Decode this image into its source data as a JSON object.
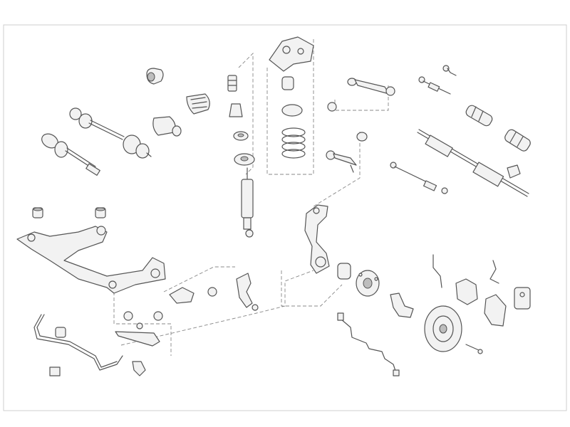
{
  "diagram": {
    "title": "",
    "frame_color": "#cfcfcf",
    "line_color": "#555555",
    "fill_color": "#f2f2f2",
    "parts": [
      "drive-shaft-left",
      "drive-shaft-right",
      "cv-boot-small",
      "cv-joint-boot",
      "cv-joint",
      "shock-absorber",
      "bump-stop",
      "spring-seat",
      "top-mount",
      "coil-spring",
      "control-arm-upper",
      "ball-joint-link",
      "tie-rod-end",
      "steering-boot",
      "steering-rack",
      "tie-rod",
      "subframe",
      "subframe-bushings",
      "steering-knuckle",
      "wheel-hub",
      "abs-sensor",
      "brake-disc",
      "brake-caliper",
      "brake-pads",
      "stabilizer-bar",
      "lower-control-arm"
    ]
  }
}
